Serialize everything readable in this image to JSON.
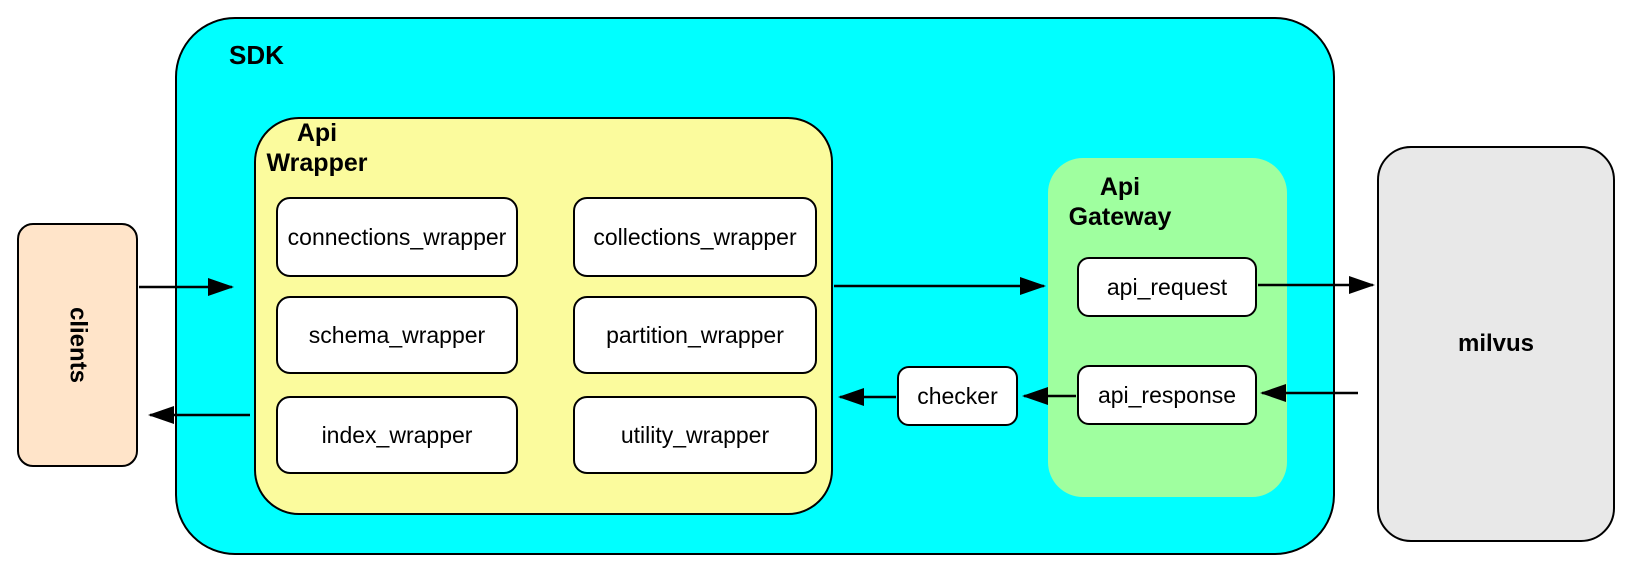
{
  "palette": {
    "sdk_fill": "#00FFFF",
    "api_wrapper_fill": "#FBFB9D",
    "api_gateway_fill": "#9FFF9F",
    "clients_fill": "#FFE4C9",
    "milvus_fill": "#E8E8E8",
    "inner_box_fill": "#FFFFFF",
    "border": "#000000"
  },
  "clients": {
    "label": "clients"
  },
  "sdk": {
    "label": "SDK"
  },
  "api_wrapper": {
    "label": "Api\nWrapper",
    "boxes": [
      {
        "label": "connections_wrapper"
      },
      {
        "label": "collections_wrapper"
      },
      {
        "label": "schema_wrapper"
      },
      {
        "label": "partition_wrapper"
      },
      {
        "label": "index_wrapper"
      },
      {
        "label": "utility_wrapper"
      }
    ]
  },
  "checker": {
    "label": "checker"
  },
  "api_gateway": {
    "label": "Api\nGateway",
    "request": {
      "label": "api_request"
    },
    "response": {
      "label": "api_response"
    }
  },
  "milvus": {
    "label": "milvus"
  }
}
